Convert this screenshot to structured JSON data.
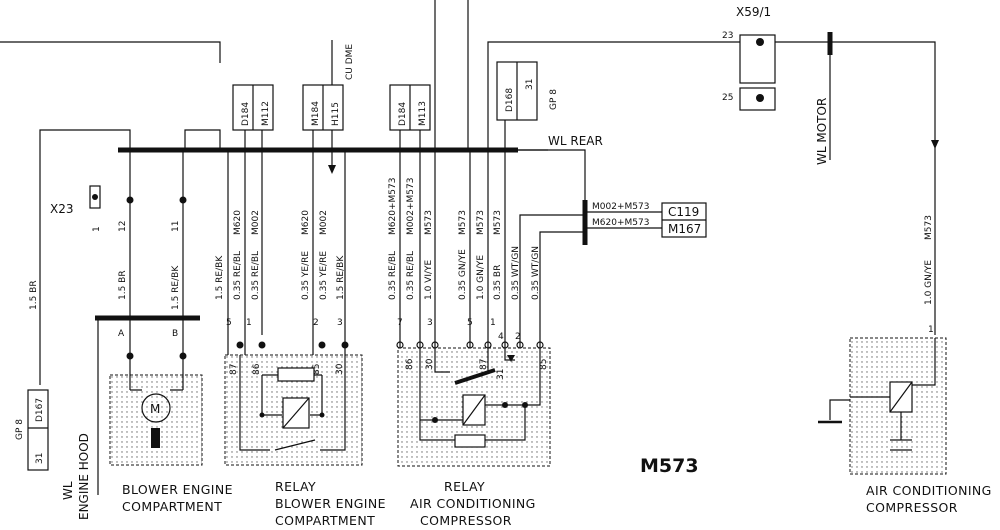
{
  "diagram": {
    "connector_x59": "X59/1",
    "pin_23": "23",
    "pin_25": "25",
    "wl_motor": "WL MOTOR",
    "wl_rear": "WL REAR",
    "x23": "X23",
    "gp8": "GP 8",
    "pin_31": "31",
    "d167": "D167",
    "wl_engine": "WL",
    "engine_hood": "ENGINE HOOD",
    "d184": "D184",
    "m112": "M112",
    "m184": "M184",
    "h115": "H115",
    "cu_dme": "CU DME",
    "m113": "M113",
    "d168": "D168",
    "m002_m573": "M002+M573",
    "m620_m573": "M620+M573",
    "c119": "C119",
    "m167": "M167",
    "m573_title": "M573",
    "pin_1": "1",
    "pin_12": "12",
    "pin_11": "11",
    "pin_a": "A",
    "pin_b": "B",
    "pin_2": "2",
    "pin_3": "3",
    "pin_4": "4",
    "pin_5": "5",
    "pin_7": "7",
    "pin_85": "85",
    "pin_86": "86",
    "pin_87": "87",
    "pin_30": "30",
    "wires": {
      "w_15br": "1.5 BR",
      "w_15rebk": "1.5 RE/BK",
      "w_035rebl": "0.35 RE/BL",
      "w_m620": "M620",
      "w_m002": "M002",
      "w_035yere": "0.35 YE/RE",
      "w_m573": "M573",
      "w_10vlye": "1.0 VI/YE",
      "w_035gnye": "0.35 GN/YE",
      "w_10gnye": "1.0 GN/YE",
      "w_035br": "0.35 BR",
      "w_035wtgn": "0.35 WT/GN",
      "w_m620m573": "M620+M573",
      "w_m002m573": "M002+M573"
    },
    "captions": {
      "blower_1": "BLOWER ENGINE",
      "blower_2": "COMPARTMENT",
      "relay_bl_1": "RELAY",
      "relay_bl_2": "BLOWER ENGINE",
      "relay_bl_3": "COMPARTMENT",
      "relay_ac_1": "RELAY",
      "relay_ac_2": "AIR CONDITIONING",
      "relay_ac_3": "COMPRESSOR",
      "ac_1": "AIR CONDITIONING",
      "ac_2": "COMPRESSOR"
    }
  }
}
